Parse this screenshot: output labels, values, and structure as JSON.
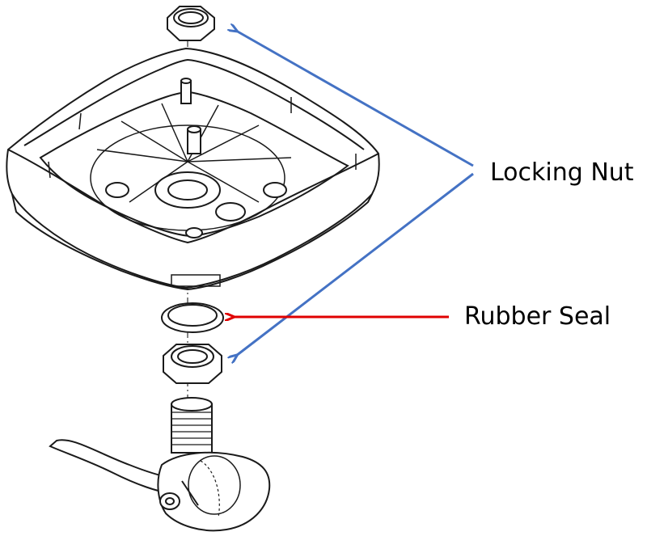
{
  "labels": {
    "locking_nut": "Locking Nut",
    "rubber_seal": "Rubber Seal"
  },
  "colors": {
    "locking_nut_arrow": "#4472c4",
    "rubber_seal_arrow": "#e00000",
    "line_art": "#1a1a1a"
  },
  "parts": [
    "top-locking-nut",
    "base-plate",
    "rubber-seal",
    "bottom-locking-nut",
    "valve-with-lever"
  ]
}
